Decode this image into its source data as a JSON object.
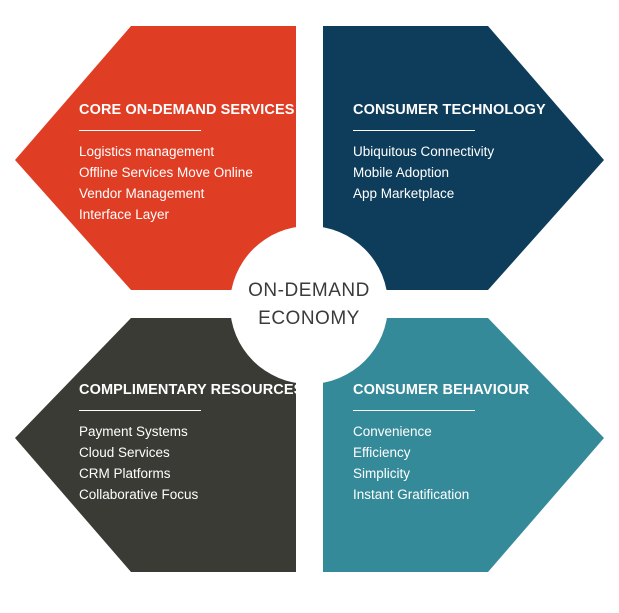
{
  "center": {
    "line1": "ON-DEMAND",
    "line2": "ECONOMY"
  },
  "colors": {
    "top_left": "#e03d25",
    "top_right": "#0e3d5c",
    "bottom_left": "#393b34",
    "bottom_right": "#358a9a",
    "center_fill": "#ffffff",
    "center_text": "#3b3b3b"
  },
  "quadrants": {
    "top_left": {
      "title": "CORE ON-DEMAND SERVICES",
      "items": [
        "Logistics management",
        "Offline Services Move Online",
        "Vendor Management",
        "Interface Layer"
      ]
    },
    "top_right": {
      "title": "CONSUMER TECHNOLOGY",
      "items": [
        "Ubiquitous Connectivity",
        "Mobile Adoption",
        "App Marketplace"
      ]
    },
    "bottom_left": {
      "title": "COMPLIMENTARY RESOURCES",
      "items": [
        "Payment Systems",
        "Cloud Services",
        "CRM Platforms",
        "Collaborative Focus"
      ]
    },
    "bottom_right": {
      "title": "CONSUMER BEHAVIOUR",
      "items": [
        "Convenience",
        "Efficiency",
        "Simplicity",
        "Instant Gratification"
      ]
    }
  }
}
